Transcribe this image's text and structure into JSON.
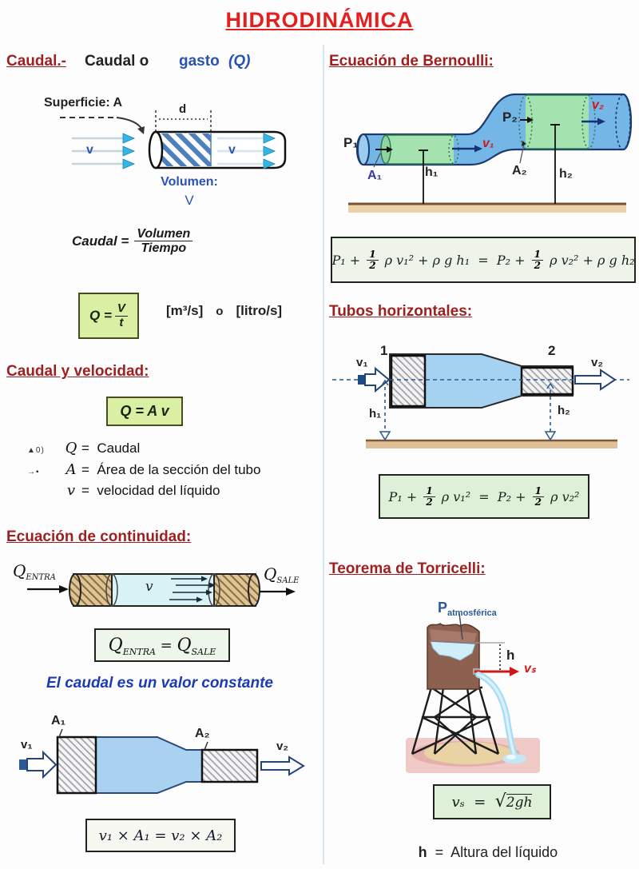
{
  "title": "HIDRODINÁMICA",
  "colors": {
    "title_red": "#e41f1f",
    "heading_red": "#9e1f1f",
    "accent_blue": "#2a52b5",
    "label_red": "#d01818",
    "formula_green": "#d9efa3",
    "pale_green": "#eef4ea",
    "pipe_blue": "#74b6e6",
    "green_band": "#a4e2b0",
    "water_blue": "#cfeefa",
    "ground_tan": "#e2c79c",
    "ground_pink": "#f0cac6"
  },
  "left": {
    "caudal": {
      "label": "Caudal.-",
      "subtitle_plain": "Caudal o",
      "subtitle_blue": "gasto",
      "subtitle_q": "(Q)",
      "superficie": "Superficie: A",
      "d_label": "d",
      "v_left": "v",
      "v_right": "v",
      "volumen_label": "Volumen:",
      "volumen_v": "V",
      "eq_lhs": "Caudal =",
      "eq_num": "Volumen",
      "eq_den": "Tiempo",
      "q_lhs": "Q =",
      "q_num": "V",
      "q_den": "t",
      "unit_m3s": "[m³/s]",
      "unit_o": "o",
      "unit_litros": "[litro/s]"
    },
    "caudal_velocidad": {
      "heading": "Caudal y velocidad:",
      "box_formula": "Q = A v",
      "defs": [
        {
          "mark": "▲0)",
          "sym": "Q",
          "text": "=  Caudal"
        },
        {
          "mark": " →▪",
          "sym": "A",
          "text": "=  Área de la sección del tubo"
        },
        {
          "mark": "",
          "sym": "v",
          "text": "=  velocidad del líquido"
        }
      ]
    },
    "continuidad": {
      "heading": "Ecuación de continuidad:",
      "q_in_main": "Q",
      "q_in_sub": "ENTRA",
      "q_out_main": "Q",
      "q_out_sub": "SALE",
      "v_label": "v",
      "box_q1": "Q",
      "box_s1": "ENTRA",
      "box_eq": " = ",
      "box_q2": "Q",
      "box_s2": "SALE",
      "caption": "El caudal es un valor constante"
    },
    "venturi": {
      "v1": "v₁",
      "a1": "A₁",
      "a2": "A₂",
      "v2": "v₂",
      "formula": "v₁ × A₁ = v₂ × A₂"
    }
  },
  "right": {
    "bernoulli": {
      "heading": "Ecuación de Bernoulli:",
      "p1": "P₁",
      "a1": "A₁",
      "h1": "h₁",
      "v1": "v₁",
      "p2": "P₂",
      "a2": "A₂",
      "h2": "h₂",
      "v2": "v₂",
      "eq_pre": "P₁ + ",
      "f1n": "1",
      "f1d": "2",
      "eq_mid": " ρ v₁² + ρ g h₁  =  P₂ + ",
      "f2n": "1",
      "f2d": "2",
      "eq_end": " ρ v₂² + ρ g h₂"
    },
    "tubos": {
      "heading": "Tubos horizontales:",
      "n1": "1",
      "n2": "2",
      "v1": "v₁",
      "v2": "v₂",
      "h1": "h₁",
      "h2": "h₂",
      "eq_pre": "P₁ + ",
      "f1n": "1",
      "f1d": "2",
      "eq_mid": " ρ v₁²  =  P₂ + ",
      "f2n": "1",
      "f2d": "2",
      "eq_end": " ρ v₂²"
    },
    "torricelli": {
      "heading": "Teorema de Torricelli:",
      "p_main": "P",
      "p_sub": "atmosférica",
      "h_label": "h",
      "vs_label": "vₛ",
      "f_lhs": "vₛ  =  ",
      "f_sqrt": "√",
      "f_rad": "2gh",
      "h_def_sym": "h",
      "h_def_rest": "  =  Altura del líquido"
    }
  }
}
